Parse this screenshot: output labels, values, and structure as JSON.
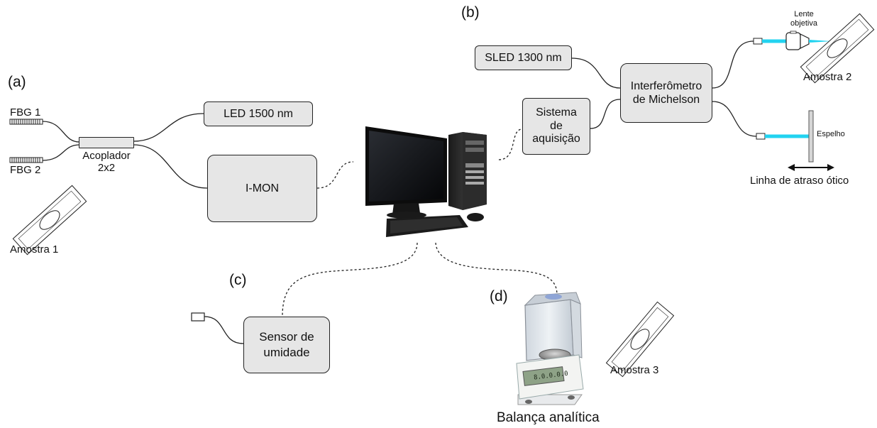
{
  "panels": {
    "a": "(a)",
    "b": "(b)",
    "c": "(c)",
    "d": "(d)"
  },
  "a": {
    "fbg1": "FBG 1",
    "fbg2": "FBG 2",
    "coupler_line1": "Acoplador",
    "coupler_line2": "2x2",
    "led": "LED 1500 nm",
    "imon": "I-MON",
    "sample": "Amostra 1"
  },
  "b": {
    "sled": "SLED 1300 nm",
    "interferometer_line1": "Interferômetro",
    "interferometer_line2": "de Michelson",
    "acq_line1": "Sistema",
    "acq_line2": "de",
    "acq_line3": "aquisição",
    "lens_line1": "Lente",
    "lens_line2": "objetiva",
    "sample": "Amostra 2",
    "mirror": "Espelho",
    "delay_line": "Linha de atraso ótico"
  },
  "c": {
    "sensor_line1": "Sensor de",
    "sensor_line2": "umidade"
  },
  "d": {
    "balance": "Balança analítica",
    "sample": "Amostra 3",
    "display_text": "8.0.0.0.0"
  },
  "colors": {
    "box_fill": "#e6e6e6",
    "fiber_beam": "#22d3f0",
    "outline": "#222222"
  }
}
